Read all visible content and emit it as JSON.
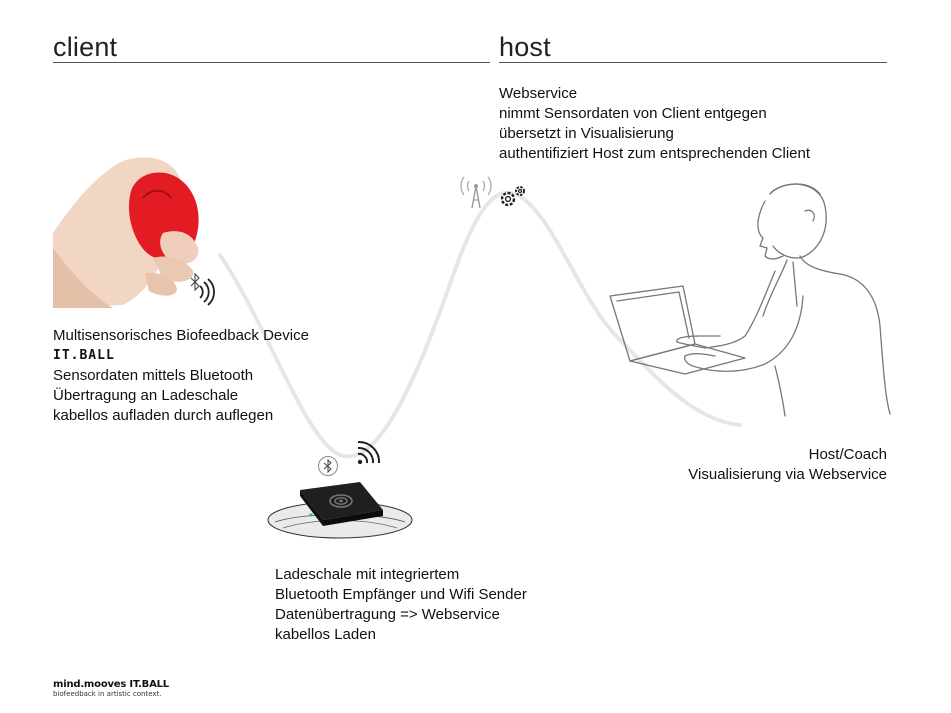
{
  "client": {
    "heading": "client",
    "device_lines": [
      "Multisensorisches Biofeedback Device"
    ],
    "brand": "IT.BALL",
    "detail_lines": [
      "Sensordaten mittels Bluetooth",
      "Übertragung an Ladeschale",
      "kabellos aufladen durch auflegen"
    ]
  },
  "host": {
    "heading": "host",
    "webservice_lines": [
      "Webservice",
      "nimmt Sensordaten von Client entgegen",
      "übersetzt in Visualisierung",
      "authentifiziert Host zum entsprechenden Client"
    ],
    "coach_lines": [
      "Host/Coach",
      "Visualisierung via Webservice"
    ]
  },
  "charger": {
    "lines": [
      "Ladeschale mit integriertem",
      "Bluetooth Empfänger und Wifi Sender",
      "Datenübertragung => Webservice",
      "kabellos Laden"
    ]
  },
  "footer": {
    "logo_main": "mind.mooves IT.BALL",
    "logo_sub": "biofeedback in artistic context."
  }
}
